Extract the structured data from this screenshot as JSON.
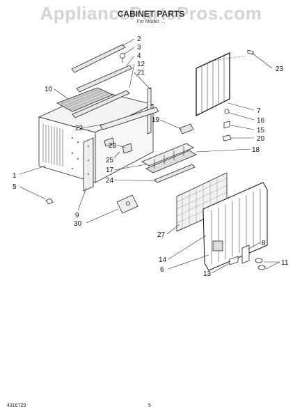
{
  "watermark": "AppliancePartsPros.com",
  "title": "CABINET PARTS",
  "subtitle": "For Model: ...",
  "doc_number": "4316729",
  "page_number": "5",
  "callouts": [
    "1",
    "2",
    "3",
    "4",
    "5",
    "6",
    "7",
    "8",
    "9",
    "10",
    "11",
    "12",
    "13",
    "14",
    "15",
    "16",
    "17",
    "18",
    "19",
    "20",
    "21",
    "22",
    "23",
    "24",
    "25",
    "27",
    "28",
    "30"
  ]
}
